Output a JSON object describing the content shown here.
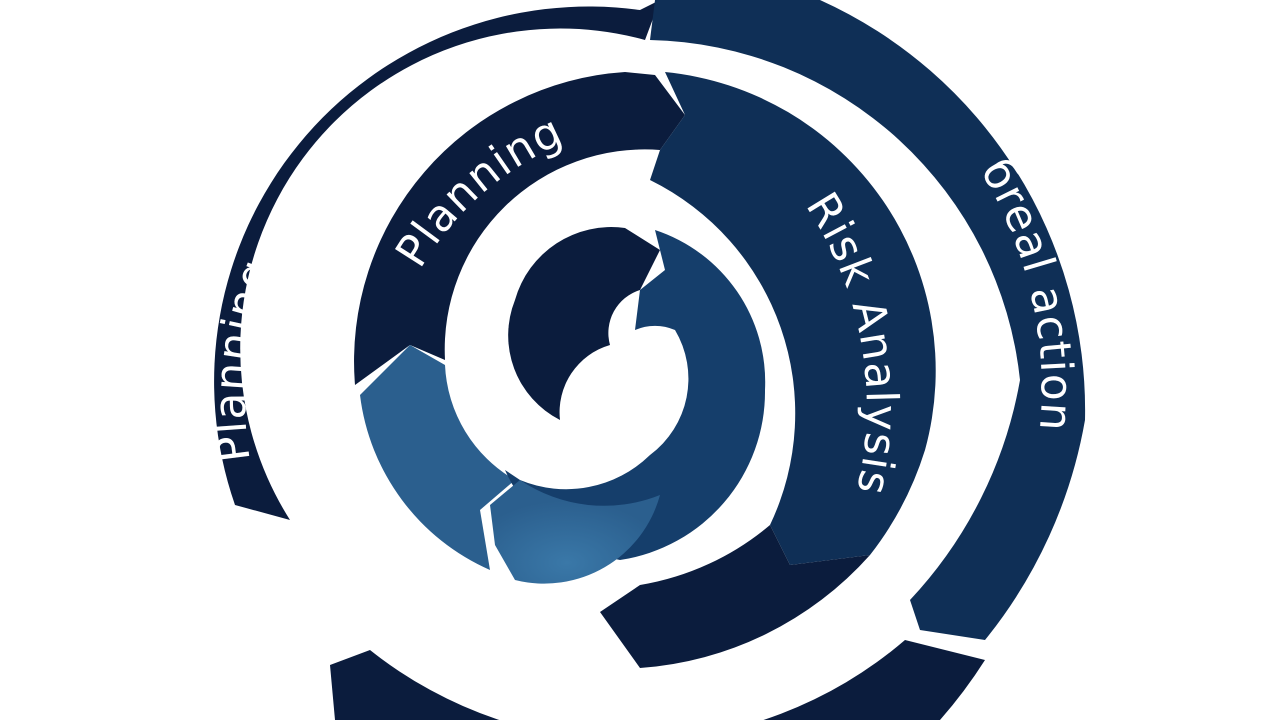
{
  "diagram": {
    "type": "spiral-process",
    "labels": {
      "outer_left": "Planning",
      "inner_planning": "Planning",
      "risk_analysis": "Risk Analysis",
      "outer_right": "бreal action"
    }
  },
  "colors": {
    "background": "#ffffff",
    "navy": "#0b1c3d",
    "dark_blue": "#0f2f56",
    "mid_blue": "#153e6b",
    "steel_blue": "#2b5f8e",
    "light_blue": "#3a78a8",
    "label_text": "#ffffff"
  }
}
